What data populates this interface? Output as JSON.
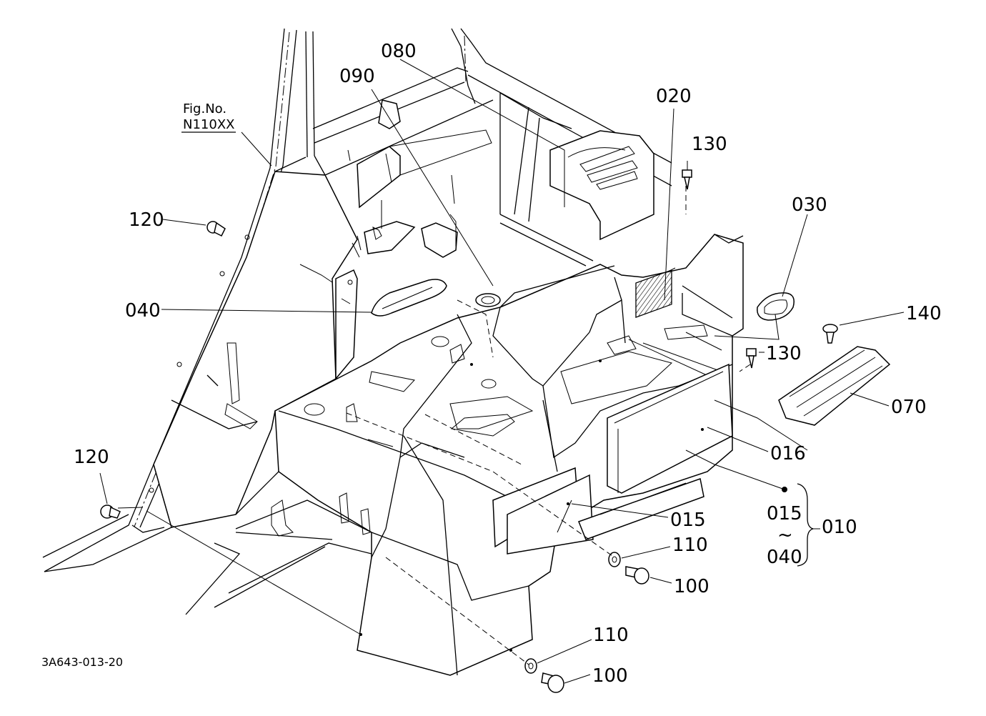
{
  "figure": {
    "fig_no_label": "Fig.No.",
    "fig_no_value": "N110XX",
    "drawing_code": "3A643-013-20"
  },
  "callouts": {
    "c080": "080",
    "c090": "090",
    "c020": "020",
    "c130a": "130",
    "c030": "030",
    "c120a": "120",
    "c040": "040",
    "c140": "140",
    "c130b": "130",
    "c070": "070",
    "c016": "016",
    "c120b": "120",
    "c015a": "015",
    "c015b": "015",
    "c110a": "110",
    "c100a": "100",
    "c010": "010",
    "tilde": "~",
    "c040b": "040",
    "c110b": "110",
    "c100b": "100"
  }
}
